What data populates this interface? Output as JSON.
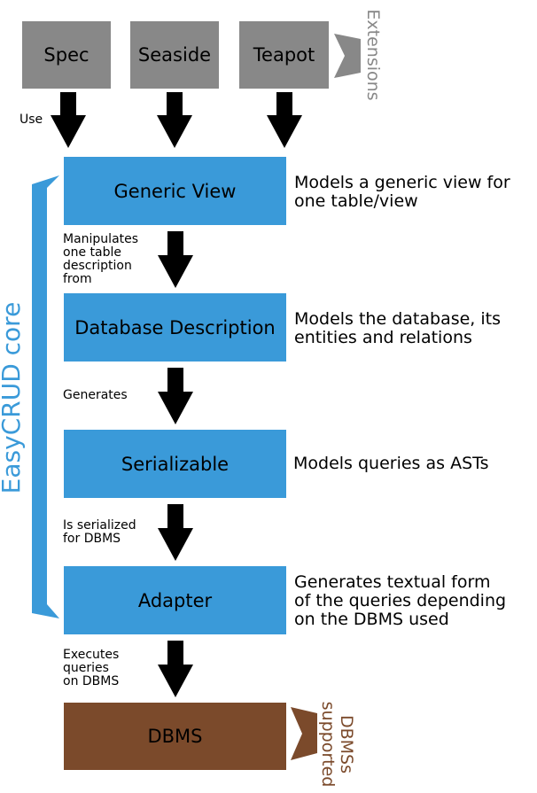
{
  "extensions": {
    "items": [
      "Spec",
      "Seaside",
      "Teapot"
    ],
    "label": "Extensions",
    "color": "#888888"
  },
  "use_label": "Use",
  "core": {
    "label": "EasyCRUD core",
    "color": "#3a9ad9",
    "layers": [
      {
        "name": "Generic View",
        "description": [
          "Models a generic view for",
          "one table/view"
        ]
      },
      {
        "name": "Database Description",
        "description": [
          "Models the database, its",
          "entities and relations"
        ]
      },
      {
        "name": "Serializable",
        "description": [
          "Models queries as ASTs"
        ]
      },
      {
        "name": "Adapter",
        "description": [
          "Generates textual form",
          "of the queries depending",
          "on the DBMS used"
        ]
      }
    ],
    "connectors": [
      [
        "Manipulates",
        "one table",
        "description",
        "from"
      ],
      [
        "Generates"
      ],
      [
        "Is serialized",
        "for DBMS"
      ],
      [
        "Executes",
        "queries",
        "on DBMS"
      ]
    ]
  },
  "dbms": {
    "name": "DBMS",
    "label": [
      "DBMSs",
      "supported"
    ],
    "color": "#7b4a2b"
  }
}
